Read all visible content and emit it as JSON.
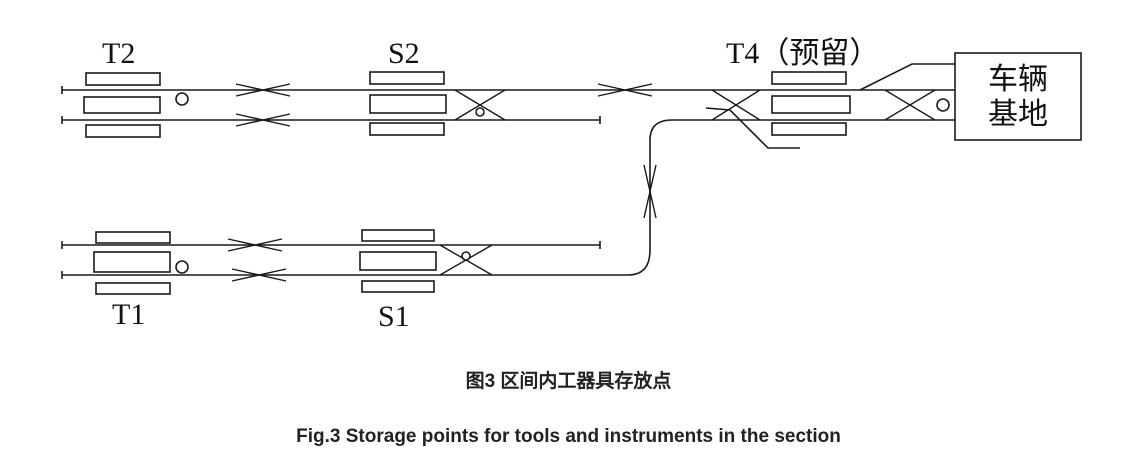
{
  "labels": {
    "T2": "T2",
    "S2": "S2",
    "T4": "T4（预留）",
    "T1": "T1",
    "S1": "S1",
    "depot_line1": "车辆",
    "depot_line2": "基地"
  },
  "caption": {
    "cn": "图3 区间内工器具存放点",
    "en": "Fig.3 Storage points for tools and instruments in the section"
  }
}
